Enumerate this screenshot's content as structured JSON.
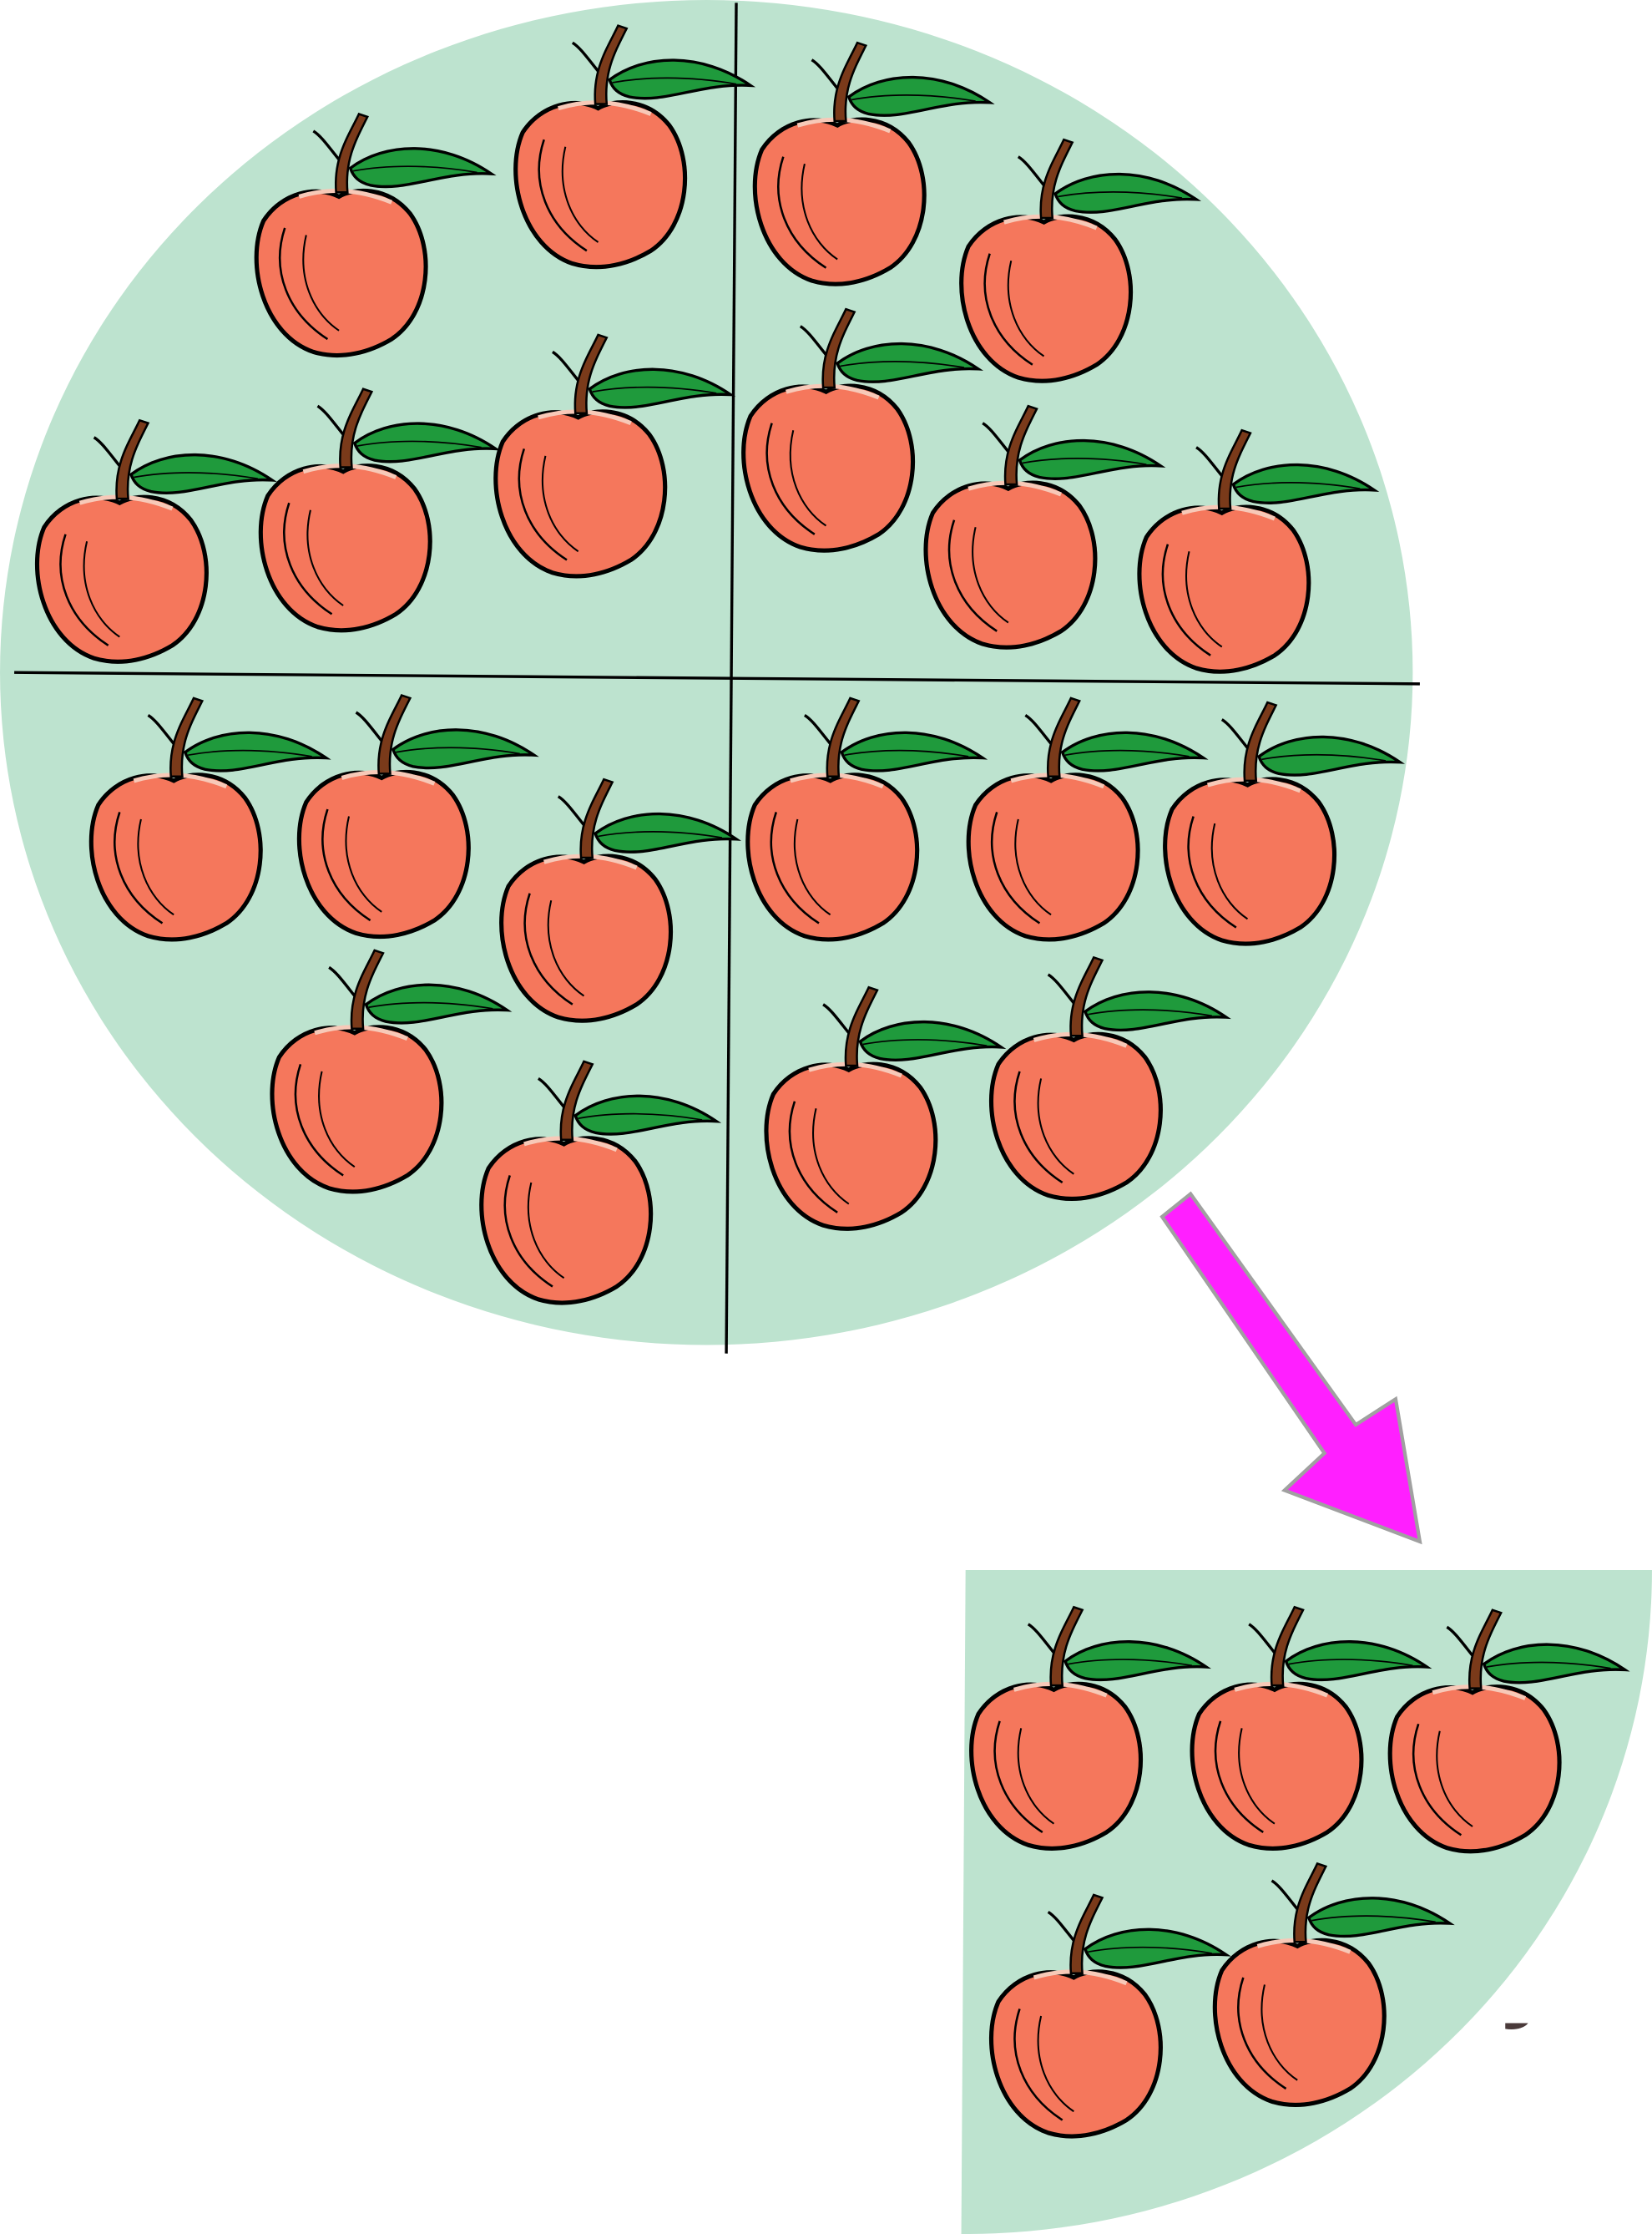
{
  "diagram": {
    "whole_group_apple_count": 20,
    "quarters": 4,
    "one_quarter_apple_count": 5
  },
  "colors": {
    "plate": "#bde3cf",
    "apple": "#f5775c",
    "apple_shadow": "#ee5540",
    "leaf": "#1f9a3c",
    "stem": "#7a3a1a",
    "arrow": "#ff1fff",
    "arrow_outline": "#a0a0a0",
    "divider": "#000000"
  }
}
